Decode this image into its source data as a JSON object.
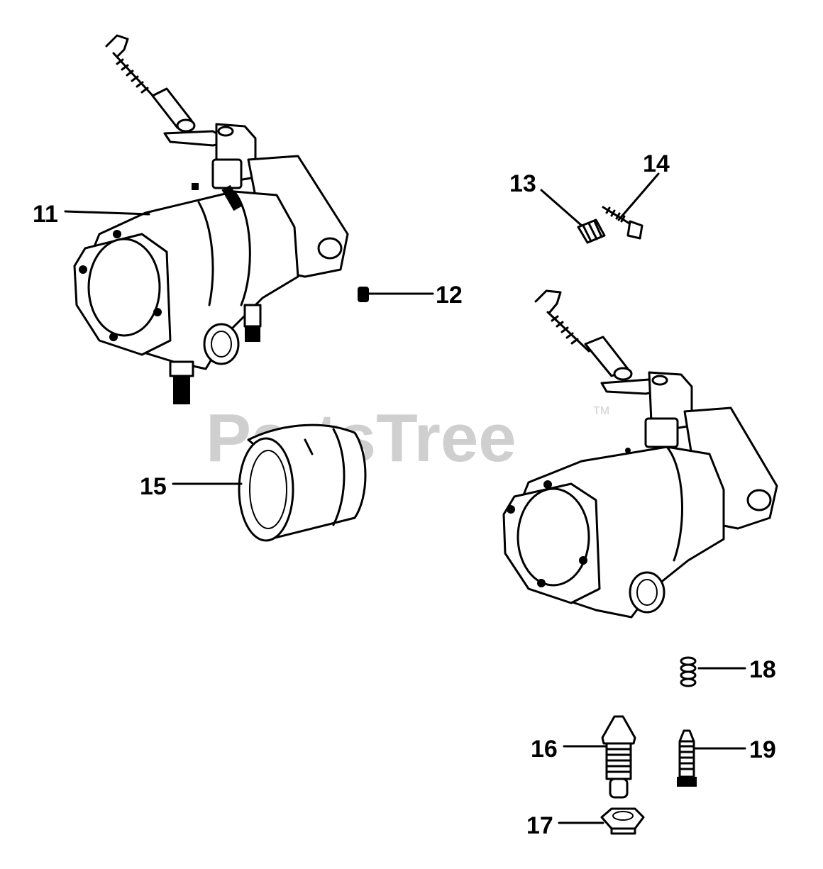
{
  "watermark": {
    "text": "PartsTree",
    "tm": "TM"
  },
  "callouts": [
    {
      "id": "11",
      "label": "11"
    },
    {
      "id": "12",
      "label": "12"
    },
    {
      "id": "13",
      "label": "13"
    },
    {
      "id": "14",
      "label": "14"
    },
    {
      "id": "15",
      "label": "15"
    },
    {
      "id": "16",
      "label": "16"
    },
    {
      "id": "17",
      "label": "17"
    },
    {
      "id": "18",
      "label": "18"
    },
    {
      "id": "19",
      "label": "19"
    }
  ]
}
